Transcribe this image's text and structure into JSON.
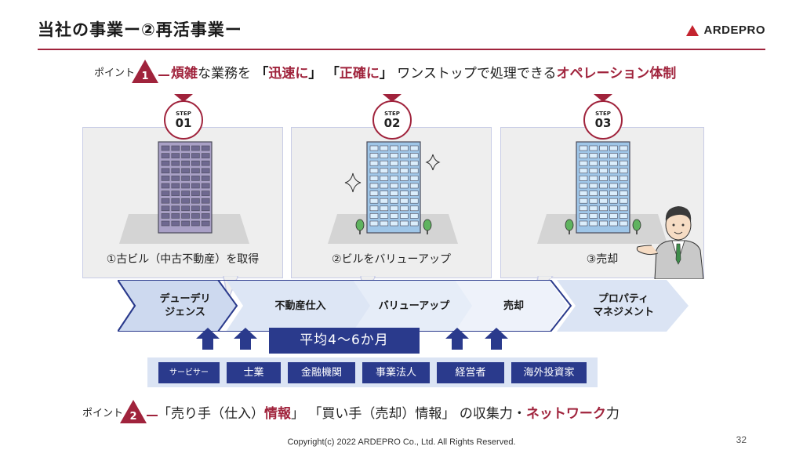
{
  "header": {
    "title": "当社の事業ー②再活事業ー",
    "logo_text": "ARDEPRO"
  },
  "point1": {
    "label": "ポイント",
    "number": "1",
    "segments": [
      {
        "text": "煩雑",
        "style": "accent"
      },
      {
        "text": "な業務を",
        "style": "plain"
      },
      {
        "text": "「",
        "style": "strong"
      },
      {
        "text": "迅速に",
        "style": "accent"
      },
      {
        "text": "」",
        "style": "strong"
      },
      {
        "text": "「",
        "style": "strong"
      },
      {
        "text": "正確に",
        "style": "accent"
      },
      {
        "text": "」",
        "style": "strong"
      },
      {
        "text": "ワンストップで処理できる",
        "style": "plain"
      },
      {
        "text": "オペレーション体制",
        "style": "accent"
      }
    ]
  },
  "steps": [
    {
      "label": "STEP",
      "number": "01",
      "caption": "①古ビル（中古不動産）を取得"
    },
    {
      "label": "STEP",
      "number": "02",
      "caption": "②ビルをバリューアップ"
    },
    {
      "label": "STEP",
      "number": "03",
      "caption": "③売却"
    }
  ],
  "flow": {
    "stages": [
      "デューデリ\nジェンス",
      "不動産仕入",
      "バリューアップ",
      "売却",
      "プロパティ\nマネジメント"
    ]
  },
  "period": "平均4〜6か月",
  "stakeholders": [
    "サービサー",
    "士業",
    "金融機関",
    "事業法人",
    "経営者",
    "海外投資家"
  ],
  "point2": {
    "label": "ポイント",
    "number": "2",
    "segments": [
      {
        "text": "「売り手（仕入）",
        "style": "plain"
      },
      {
        "text": "情報",
        "style": "accent"
      },
      {
        "text": "」 「買い手（売却）情報」 の収集力・",
        "style": "plain"
      },
      {
        "text": "ネットワーク",
        "style": "accent"
      },
      {
        "text": "力",
        "style": "plain"
      }
    ]
  },
  "footer": {
    "copyright": "Copyright(c)  2022 ARDEPRO Co., Ltd. All Rights Reserved.",
    "page": "32"
  },
  "colors": {
    "accent": "#a0233c",
    "navy": "#2a3a8c",
    "light_blue": "#dbe4f4"
  },
  "icons": [
    "ardepro-logo-icon",
    "building-old-icon",
    "building-renovated-icon",
    "building-sold-icon",
    "sparkle-icon",
    "tree-icon",
    "businessman-icon",
    "up-arrow-icon"
  ]
}
